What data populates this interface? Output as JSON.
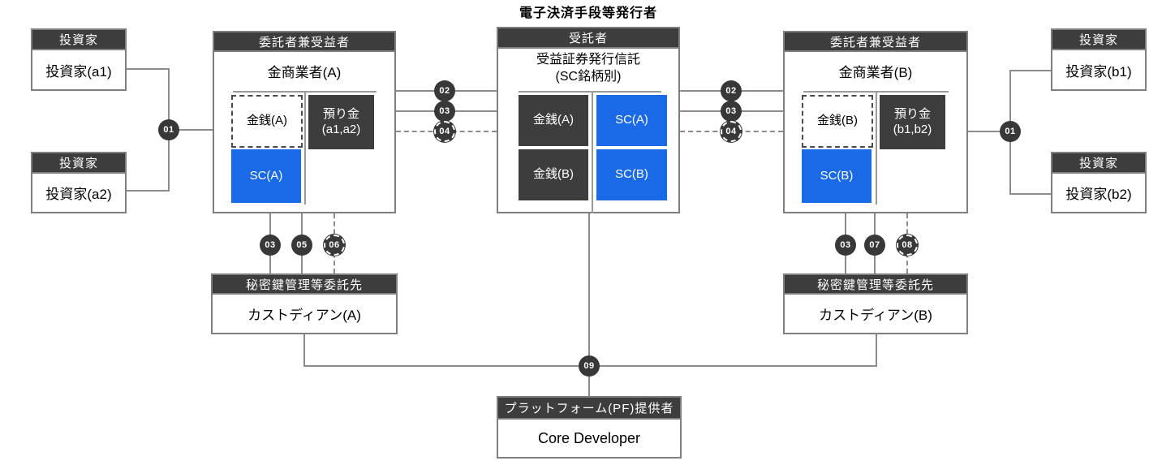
{
  "title": "電子決済手段等発行者",
  "colors": {
    "accent_blue": "#1a6ae8",
    "dark": "#3d3d3d",
    "line_gray": "#8c8c8c"
  },
  "investor_header": "投資家",
  "investors": {
    "a1": "投資家(a1)",
    "a2": "投資家(a2)",
    "b1": "投資家(b1)",
    "b2": "投資家(b2)"
  },
  "broker_a": {
    "header": "委託者兼受益者",
    "title": "金商業者(A)",
    "cash": "金銭(A)",
    "deposit_line1": "預り金",
    "deposit_line2": "(a1,a2)",
    "sc": "SC(A)"
  },
  "trustee": {
    "header": "受託者",
    "title_line1": "受益証券発行信託",
    "title_line2": "(SC銘柄別)",
    "cash_a": "金銭(A)",
    "sc_a": "SC(A)",
    "cash_b": "金銭(B)",
    "sc_b": "SC(B)"
  },
  "broker_b": {
    "header": "委託者兼受益者",
    "title": "金商業者(B)",
    "cash": "金銭(B)",
    "deposit_line1": "預り金",
    "deposit_line2": "(b1,b2)",
    "sc": "SC(B)"
  },
  "custodian_a": {
    "header": "秘密鍵管理等委託先",
    "title": "カストディアン(A)"
  },
  "custodian_b": {
    "header": "秘密鍵管理等委託先",
    "title": "カストディアン(B)"
  },
  "platform": {
    "header": "プラットフォーム(PF)提供者",
    "title": "Core Developer"
  },
  "steps": {
    "n01": "01",
    "n02": "02",
    "n03": "03",
    "n04": "04",
    "n05": "05",
    "n06": "06",
    "n07": "07",
    "n08": "08",
    "n09": "09"
  }
}
